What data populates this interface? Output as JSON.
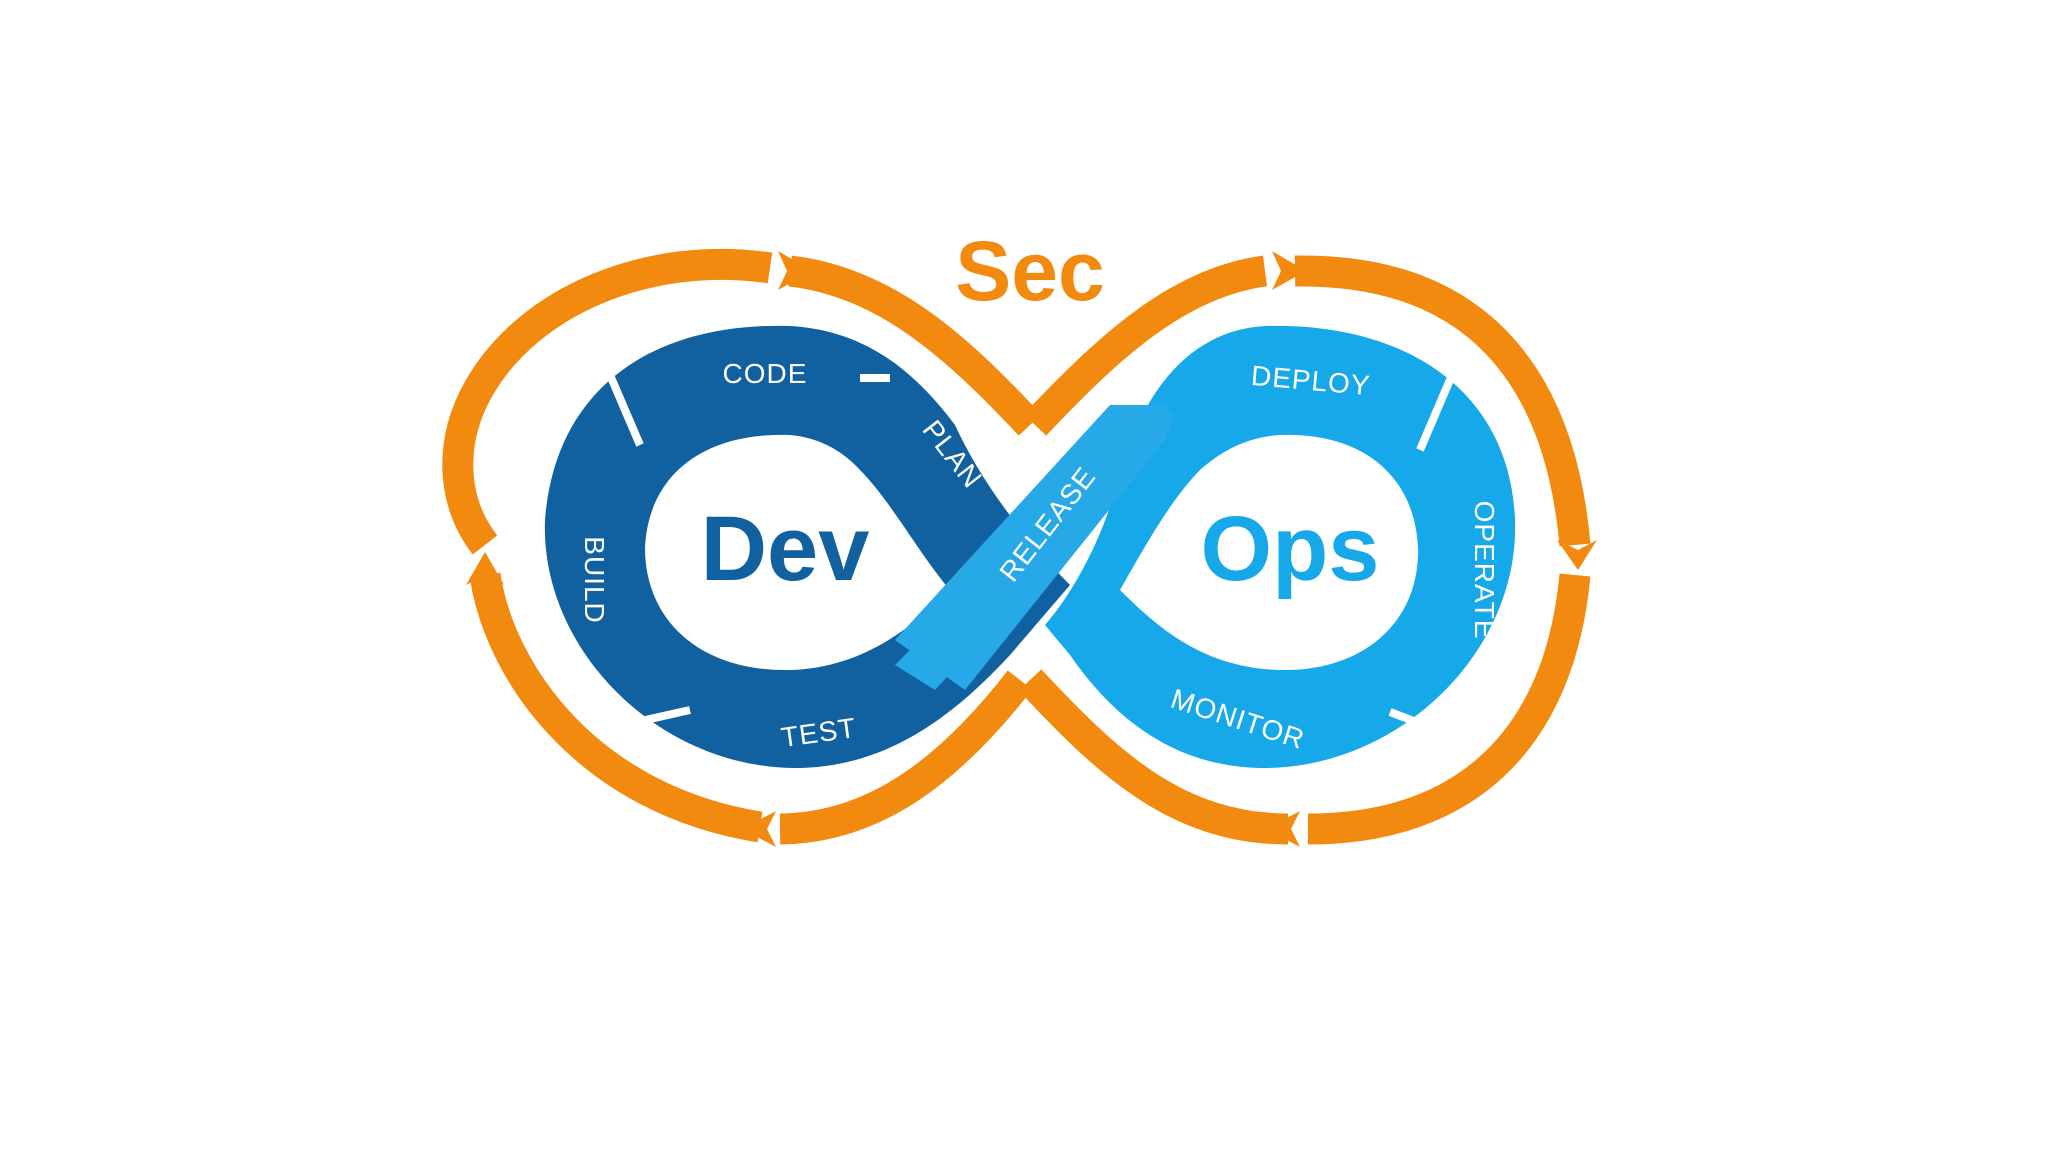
{
  "diagram": {
    "sec_label": "Sec",
    "dev_label": "Dev",
    "ops_label": "Ops",
    "stages": {
      "code": "CODE",
      "plan": "PLAN",
      "build": "BUILD",
      "test": "TEST",
      "release": "RELEASE",
      "deploy": "DEPLOY",
      "operate": "OPERATE",
      "monitor": "MONITOR"
    },
    "colors": {
      "sec_orange": "#F28A10",
      "dev_blue": "#11609F",
      "ops_blue": "#17A8EA",
      "release_blue": "#27A9E8",
      "background": "#FFFFFF"
    }
  }
}
